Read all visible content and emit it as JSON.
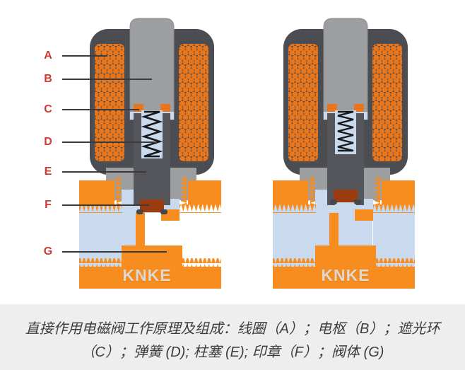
{
  "diagram": {
    "watermark": "KNKE",
    "labels": [
      {
        "letter": "A"
      },
      {
        "letter": "B"
      },
      {
        "letter": "C"
      },
      {
        "letter": "D"
      },
      {
        "letter": "E"
      },
      {
        "letter": "F"
      },
      {
        "letter": "G"
      }
    ],
    "colors": {
      "label_red": "#d03b31",
      "coil_orange": "#e9761b",
      "body_orange": "#f78c1f",
      "housing_gray": "#4b4d52",
      "core_gray": "#9c9ea0",
      "plunger_gray": "#55565b",
      "fluid_blue": "#c9daef",
      "seal_brown": "#9a3c10",
      "caption_bg": "#eeeeee"
    }
  },
  "caption": {
    "line1": "直接作用电磁阀工作原理及组成：线圈（A）；电枢（B）；遮光环",
    "line2": "（C）；弹簧 (D); 柱塞 (E); 印章（F）；阀体 (G)"
  }
}
